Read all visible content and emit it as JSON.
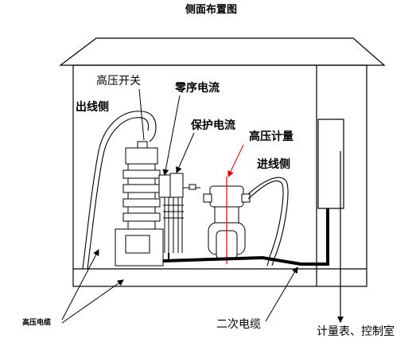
{
  "title": "侧面布置图",
  "labels": {
    "hv_switch": "高压开关",
    "zero_seq_ct": "零序电流",
    "outgoing_side": "出线侧",
    "protection_ct": "保护电流",
    "hv_metering": "高压计量",
    "incoming_side": "进线侧",
    "hv_cable": "高压电缆",
    "secondary_cable": "二次电缆",
    "meter_control_room": "计量表、控制室"
  }
}
